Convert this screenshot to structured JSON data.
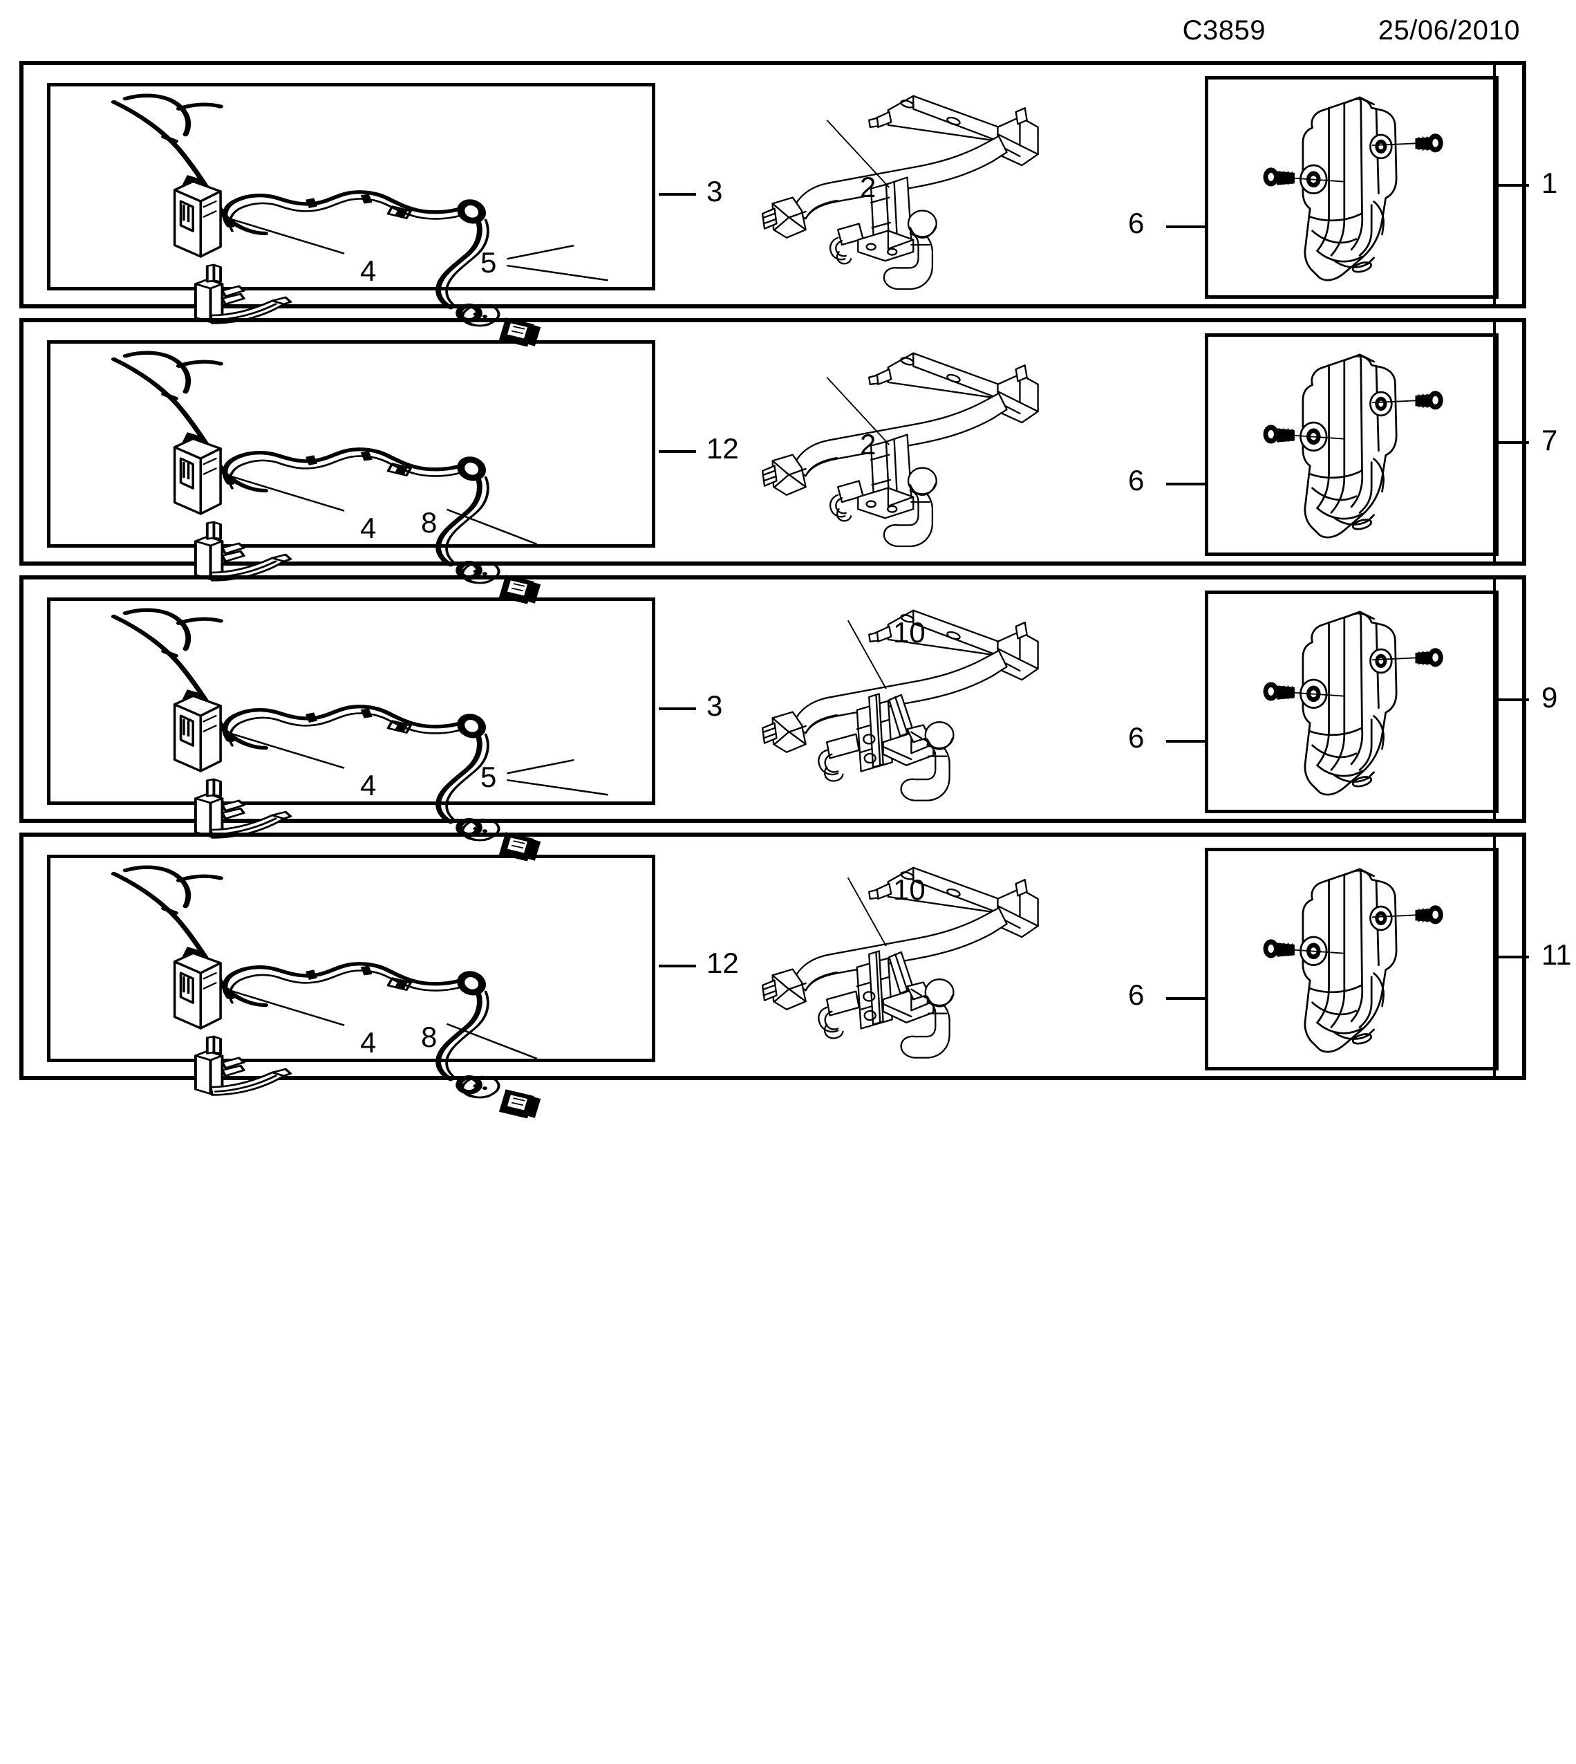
{
  "header": {
    "drawing_code": "C3859",
    "date": "25/06/2010"
  },
  "diagram": {
    "type": "exploded-parts-diagram",
    "subject": "Towing hitch / tow bar kit with wiring harness",
    "panel_count": 4
  },
  "panels": [
    {
      "id": "panel-1",
      "assembly_number": "1",
      "harness_group_number": "3",
      "callouts": [
        {
          "number": "3",
          "part": "wiring-harness-group"
        },
        {
          "number": "4",
          "part": "control-module"
        },
        {
          "number": "5",
          "part": "socket-connector"
        },
        {
          "number": "2",
          "part": "tow-bar-fixed-ball"
        },
        {
          "number": "6",
          "part": "mounting-bracket-group"
        },
        {
          "number": "1",
          "part": "assembly-kit"
        }
      ],
      "tow_bar_number": "2",
      "bracket_number": "6",
      "harness_module_number": "4",
      "harness_connector_number": "5"
    },
    {
      "id": "panel-2",
      "assembly_number": "7",
      "harness_group_number": "12",
      "callouts": [
        {
          "number": "12",
          "part": "wiring-harness-group"
        },
        {
          "number": "4",
          "part": "control-module"
        },
        {
          "number": "8",
          "part": "socket-connector"
        },
        {
          "number": "2",
          "part": "tow-bar-fixed-ball"
        },
        {
          "number": "6",
          "part": "mounting-bracket-group"
        },
        {
          "number": "7",
          "part": "assembly-kit"
        }
      ],
      "tow_bar_number": "2",
      "bracket_number": "6",
      "harness_module_number": "4",
      "harness_connector_number": "8"
    },
    {
      "id": "panel-3",
      "assembly_number": "9",
      "harness_group_number": "3",
      "callouts": [
        {
          "number": "3",
          "part": "wiring-harness-group"
        },
        {
          "number": "4",
          "part": "control-module"
        },
        {
          "number": "5",
          "part": "socket-connector"
        },
        {
          "number": "10",
          "part": "tow-bar-detachable-ball"
        },
        {
          "number": "6",
          "part": "mounting-bracket-group"
        },
        {
          "number": "9",
          "part": "assembly-kit"
        }
      ],
      "tow_bar_number": "10",
      "bracket_number": "6",
      "harness_module_number": "4",
      "harness_connector_number": "5"
    },
    {
      "id": "panel-4",
      "assembly_number": "11",
      "harness_group_number": "12",
      "callouts": [
        {
          "number": "12",
          "part": "wiring-harness-group"
        },
        {
          "number": "4",
          "part": "control-module"
        },
        {
          "number": "8",
          "part": "socket-connector"
        },
        {
          "number": "10",
          "part": "tow-bar-detachable-ball"
        },
        {
          "number": "6",
          "part": "mounting-bracket-group"
        },
        {
          "number": "11",
          "part": "assembly-kit"
        }
      ],
      "tow_bar_number": "10",
      "bracket_number": "6",
      "harness_module_number": "4",
      "harness_connector_number": "8"
    }
  ],
  "colors": {
    "line": "#000000",
    "background": "#ffffff"
  }
}
